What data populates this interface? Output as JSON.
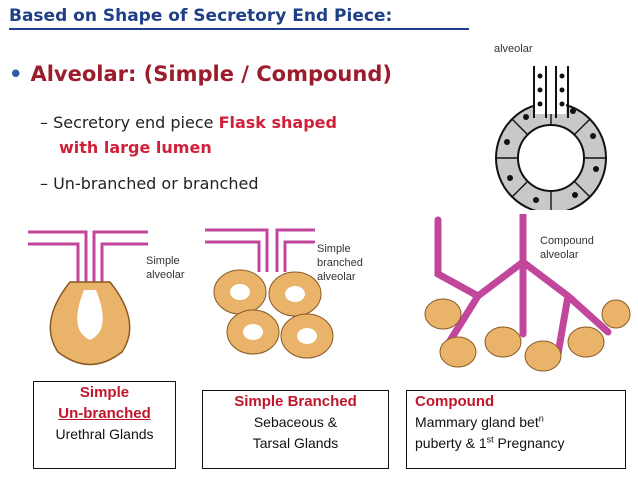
{
  "title": "Based on Shape of Secretory End Piece:",
  "bullet": {
    "marker": "•",
    "text": "Alveolar: (Simple / Compound)"
  },
  "sub1": {
    "dash": "–",
    "prefix": "Secretory end piece ",
    "highlight_line1": "Flask shaped",
    "highlight_line2": "with large lumen"
  },
  "sub2": {
    "dash": "–",
    "text": "Un-branched or branched"
  },
  "diagrams": {
    "alveolar_label": "alveolar",
    "simple": [
      "Simple",
      "alveolar"
    ],
    "branched": [
      "Simple",
      "branched",
      "alveolar"
    ],
    "compound": [
      "Compound",
      "alveolar"
    ]
  },
  "boxes": {
    "simple": {
      "line1": "Simple",
      "line2": "Un-branched",
      "line3": "Urethral Glands"
    },
    "branched": {
      "line1": "Simple Branched",
      "line2": "Sebaceous &",
      "line3": "Tarsal Glands"
    },
    "compound": {
      "line1": "Compound",
      "line2_text": "Mammary gland bet",
      "line2_sup": "n",
      "line3_pre": "puberty & 1",
      "line3_sup": "st",
      "line3_post": " Pregnancy"
    }
  },
  "colors": {
    "title": "#1f3f86",
    "bullet": "#9b1c2b",
    "highlight": "#d0213a",
    "duct": "#c2469c",
    "acini": "#e9b36a"
  }
}
